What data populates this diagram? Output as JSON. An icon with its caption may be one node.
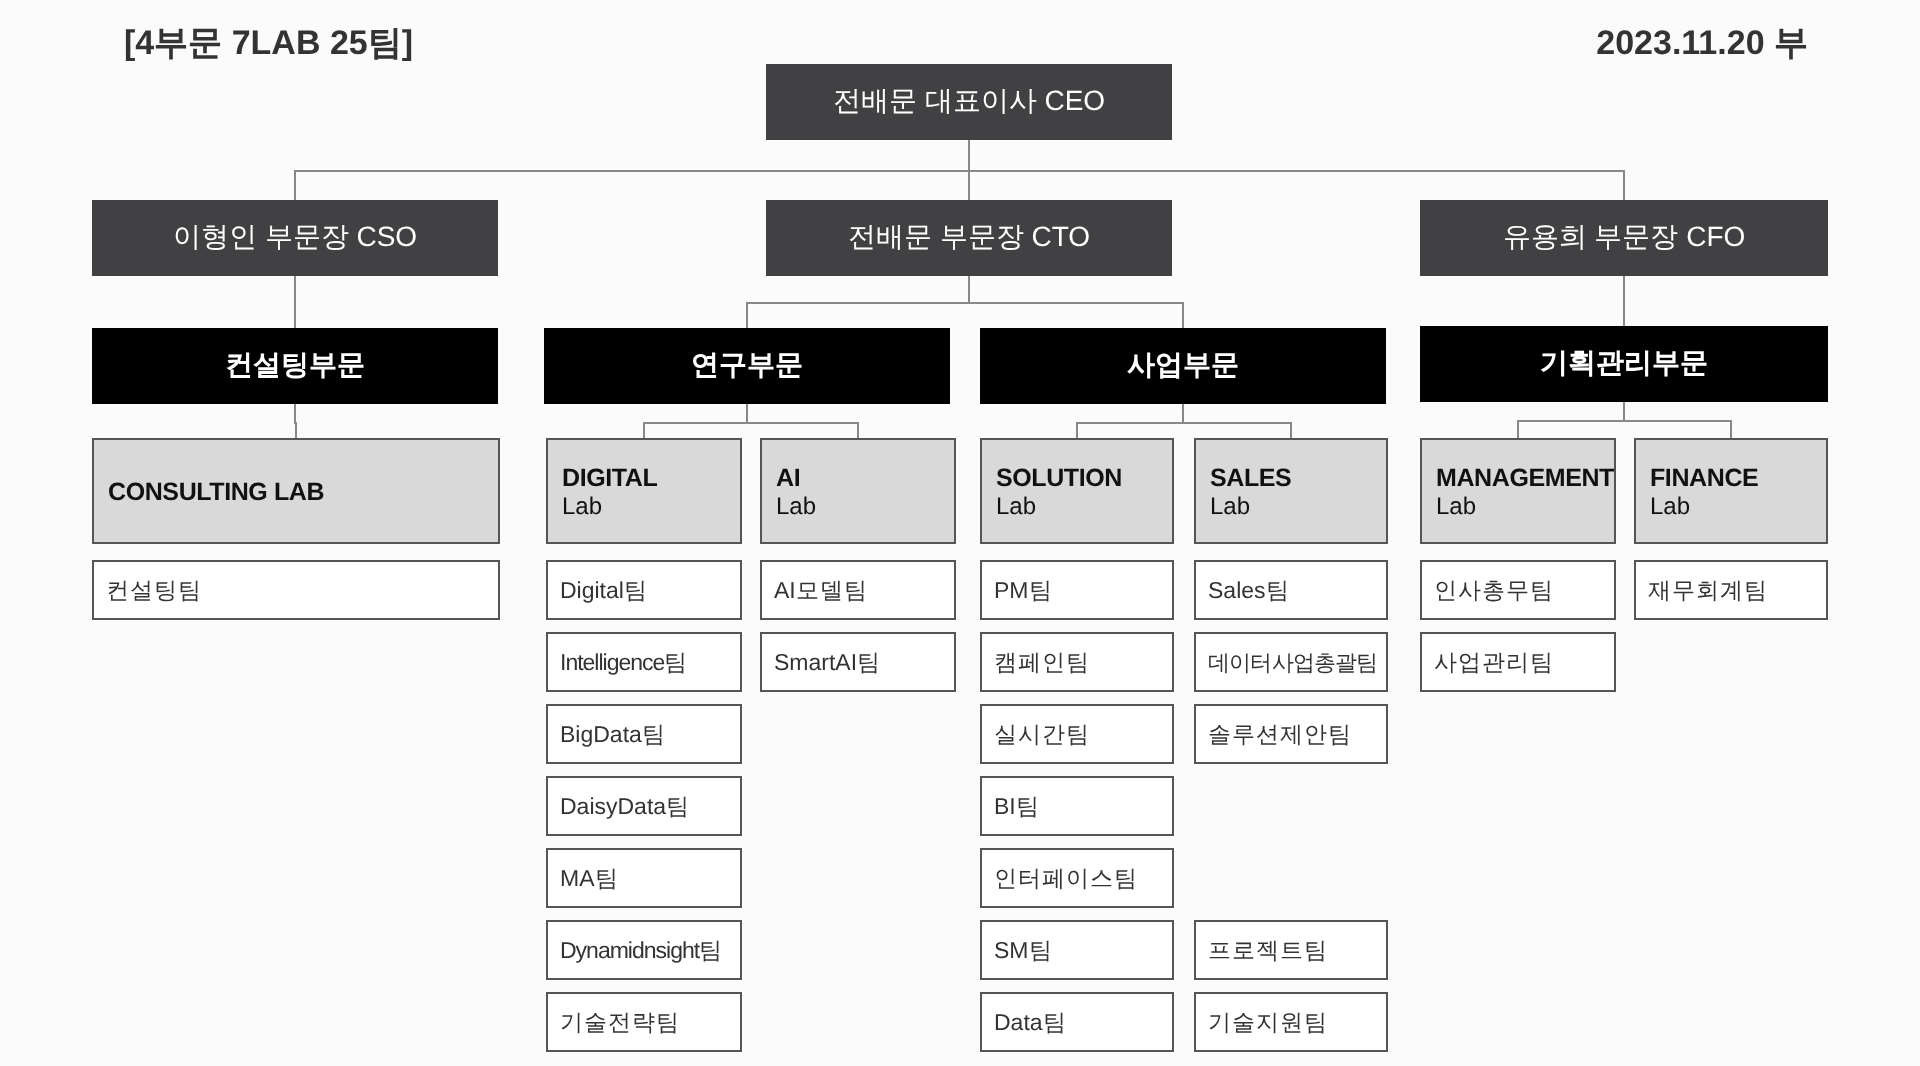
{
  "diagram": {
    "nodes": [
      {
        "text": [
          "전배문 대표이사 CEO"
        ]
      },
      {
        "text": [
          "이형인 부문장 CSO"
        ]
      },
      {
        "text": [
          "전배문 부문장 CTO"
        ]
      },
      {
        "text": [
          "유용희 부문장 CFO"
        ]
      },
      {
        "text": [
          "컨설팅부문"
        ]
      },
      {
        "text": [
          "연구부문"
        ]
      },
      {
        "text": [
          "사업부문"
        ]
      },
      {
        "text": [
          "기획관리부문"
        ]
      },
      {
        "text": [
          "CONSULTING LAB"
        ]
      },
      {
        "text": [
          "DIGITAL",
          "Lab"
        ]
      },
      {
        "text": [
          "AI",
          "Lab"
        ]
      },
      {
        "text": [
          "SOLUTION",
          "Lab"
        ]
      },
      {
        "text": [
          "SALES",
          "Lab"
        ]
      },
      {
        "text": [
          "MANAGEMENT",
          "Lab"
        ]
      },
      {
        "text": [
          "FINANCE",
          "Lab"
        ]
      },
      {
        "text": [
          "컨설팅팀"
        ]
      },
      {
        "text": [
          "Digital팀"
        ]
      },
      {
        "text": [
          "Intelligence팀"
        ]
      },
      {
        "text": [
          "BigData팀"
        ]
      },
      {
        "text": [
          "DaisyData팀"
        ]
      },
      {
        "text": [
          "MA팀"
        ]
      },
      {
        "text": [
          "Dynamidnsight팀"
        ]
      },
      {
        "text": [
          "기술전략팀"
        ]
      },
      {
        "text": [
          "AI모델팀"
        ]
      },
      {
        "text": [
          "SmartAI팀"
        ]
      },
      {
        "text": [
          "PM팀"
        ]
      },
      {
        "text": [
          "캠페인팀"
        ]
      },
      {
        "text": [
          "실시간팀"
        ]
      },
      {
        "text": [
          "BI팀"
        ]
      },
      {
        "text": [
          "인터페이스팀"
        ]
      },
      {
        "text": [
          "SM팀"
        ]
      },
      {
        "text": [
          "Data팀"
        ]
      },
      {
        "text": [
          "Sales팀"
        ]
      },
      {
        "text": [
          "데이터사업총괄팀"
        ]
      },
      {
        "text": [
          "솔루션제안팀"
        ]
      },
      {
        "text": [
          "프로젝트팀"
        ]
      },
      {
        "text": [
          "기술지원팀"
        ]
      },
      {
        "text": [
          "인사총무팀"
        ]
      },
      {
        "text": [
          "사업관리팀"
        ]
      },
      {
        "text": [
          "재무회계팀"
        ]
      }
    ],
    "edges": [
      {
        "from": 0,
        "to": 1,
        "arrow": "none"
      },
      {
        "from": 0,
        "to": 2,
        "arrow": "none"
      },
      {
        "from": 0,
        "to": 3,
        "arrow": "none"
      },
      {
        "from": 1,
        "to": 4,
        "arrow": "none"
      },
      {
        "from": 2,
        "to": 5,
        "arrow": "none"
      },
      {
        "from": 2,
        "to": 6,
        "arrow": "none"
      },
      {
        "from": 3,
        "to": 7,
        "arrow": "none"
      },
      {
        "from": 4,
        "to": 8,
        "arrow": "none"
      },
      {
        "from": 5,
        "to": 9,
        "arrow": "none"
      },
      {
        "from": 5,
        "to": 10,
        "arrow": "none"
      },
      {
        "from": 6,
        "to": 11,
        "arrow": "none"
      },
      {
        "from": 6,
        "to": 12,
        "arrow": "none"
      },
      {
        "from": 7,
        "to": 13,
        "arrow": "none"
      },
      {
        "from": 7,
        "to": 14,
        "arrow": "none"
      }
    ],
    "labels": [
      "[4부문 7LAB 25팀]",
      "2023.11.20 부"
    ]
  }
}
